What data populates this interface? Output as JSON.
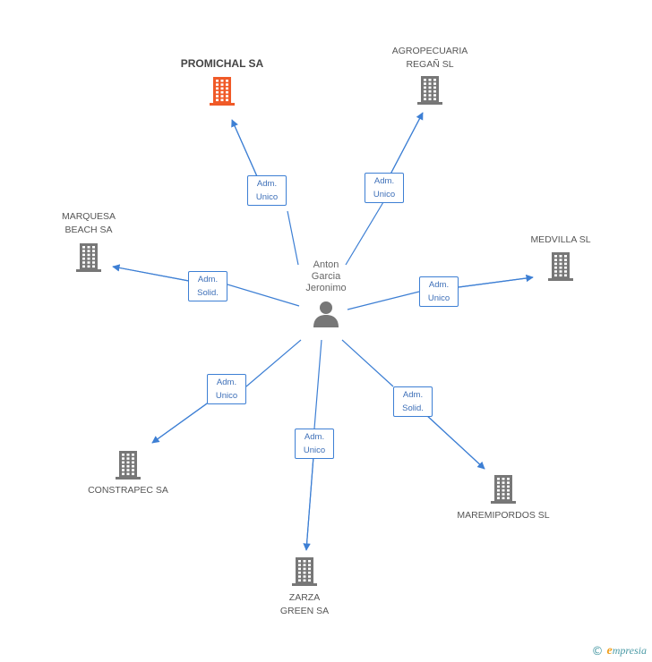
{
  "center": {
    "name_lines": [
      "Anton",
      "Garcia",
      "Jeronimo"
    ],
    "icon": "person-icon"
  },
  "companies": [
    {
      "id": "promichal",
      "lines": [
        "PROMICHAL SA"
      ],
      "highlight": true,
      "color": "#f05a28",
      "icon": "building-icon"
    },
    {
      "id": "agropecuaria",
      "lines": [
        "AGROPECUARIA",
        "REGAÑ SL"
      ],
      "highlight": false,
      "color": "#777777",
      "icon": "building-icon"
    },
    {
      "id": "marquesa",
      "lines": [
        "MARQUESA",
        "BEACH SA"
      ],
      "highlight": false,
      "color": "#777777",
      "icon": "building-icon"
    },
    {
      "id": "medvilla",
      "lines": [
        "MEDVILLA SL"
      ],
      "highlight": false,
      "color": "#777777",
      "icon": "building-icon"
    },
    {
      "id": "constrapec",
      "lines": [
        "CONSTRAPEC SA"
      ],
      "highlight": false,
      "color": "#777777",
      "icon": "building-icon"
    },
    {
      "id": "maremipordos",
      "lines": [
        "MAREMIPORDOS SL"
      ],
      "highlight": false,
      "color": "#777777",
      "icon": "building-icon"
    },
    {
      "id": "zarza",
      "lines": [
        "ZARZA",
        "GREEN SA"
      ],
      "highlight": false,
      "color": "#777777",
      "icon": "building-icon"
    }
  ],
  "relations": [
    {
      "to": "promichal",
      "label_lines": [
        "Adm.",
        "Unico"
      ]
    },
    {
      "to": "agropecuaria",
      "label_lines": [
        "Adm.",
        "Unico"
      ]
    },
    {
      "to": "marquesa",
      "label_lines": [
        "Adm.",
        "Solid."
      ]
    },
    {
      "to": "medvilla",
      "label_lines": [
        "Adm.",
        "Unico"
      ]
    },
    {
      "to": "constrapec",
      "label_lines": [
        "Adm.",
        "Unico"
      ]
    },
    {
      "to": "maremipordos",
      "label_lines": [
        "Adm.",
        "Solid."
      ]
    },
    {
      "to": "zarza",
      "label_lines": [
        "Adm.",
        "Unico"
      ]
    }
  ],
  "colors": {
    "edge": "#3d7fd4",
    "icon_default": "#777777",
    "icon_highlight": "#f05a28"
  },
  "branding": {
    "copyright": "©",
    "initial": "e",
    "rest": "mpresia"
  }
}
